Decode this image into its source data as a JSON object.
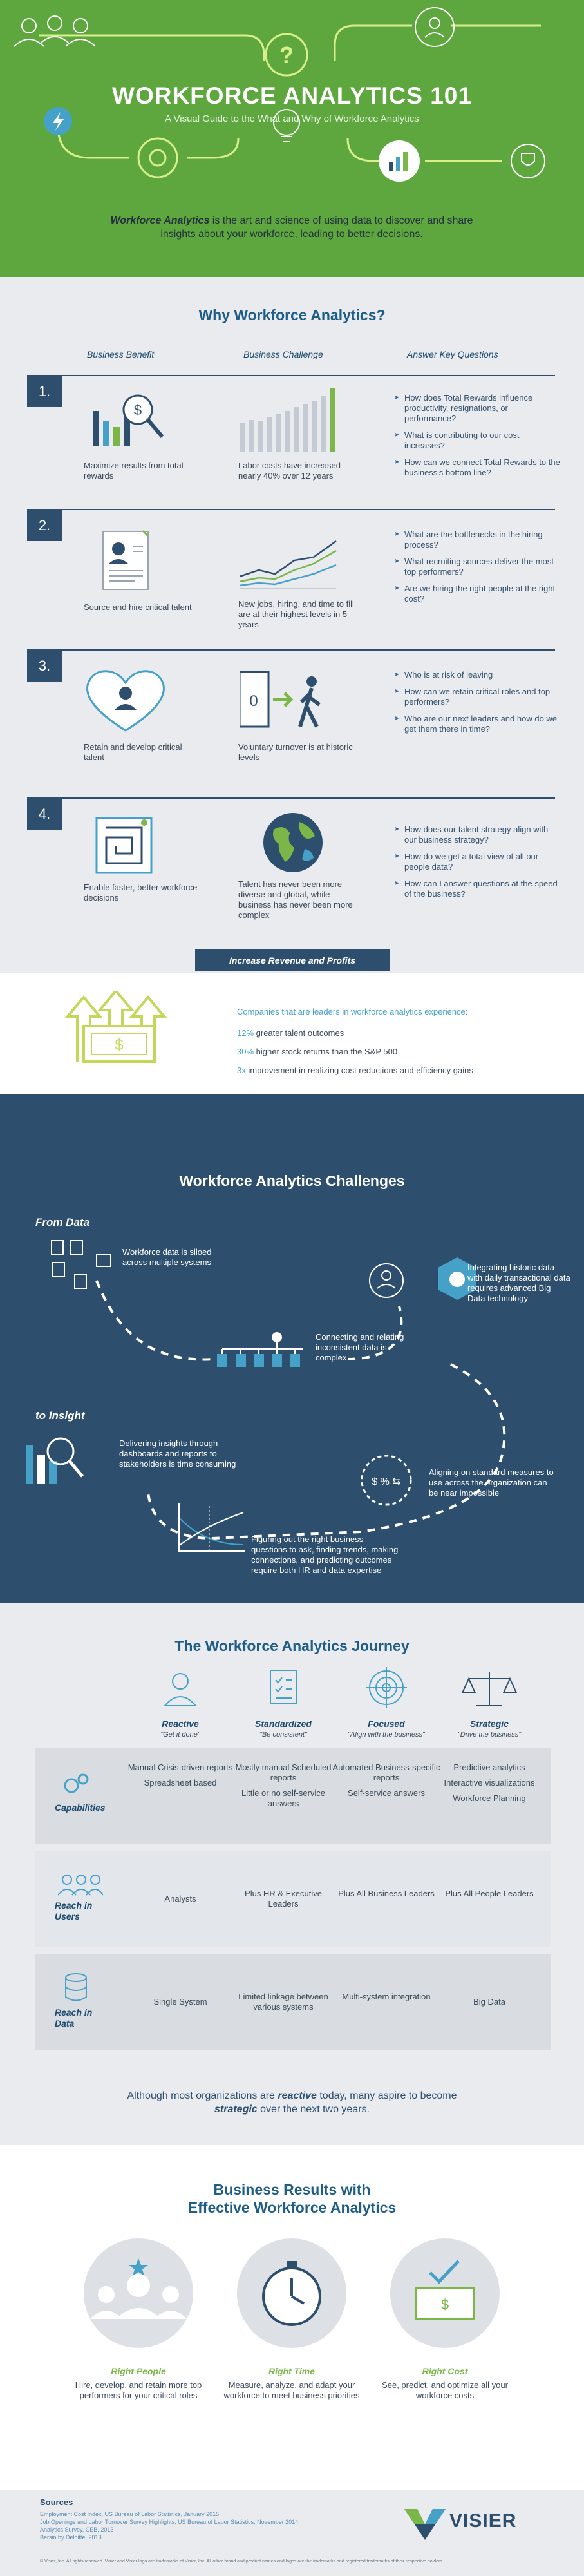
{
  "hero": {
    "title": "WORKFORCE ANALYTICS 101",
    "subtitle": "A Visual Guide to the What and Why of Workforce Analytics",
    "intro_bold": "Workforce Analytics",
    "intro_rest": " is the art and science of using data to discover and share insights about your workforce, leading to better decisions."
  },
  "why": {
    "title": "Why Workforce Analytics?",
    "columns": [
      "Business Benefit",
      "Business Challenge",
      "Answer Key Questions"
    ],
    "rows": [
      {
        "num": "1.",
        "benefit": "Maximize results from total rewards",
        "challenge": "Labor costs have increased nearly 40% over 12 years",
        "questions": [
          "How does Total Rewards influence productivity, resignations, or performance?",
          "What is contributing to our cost increases?",
          "How can we connect Total Rewards to the business's bottom line?"
        ]
      },
      {
        "num": "2.",
        "benefit": "Source and hire critical talent",
        "challenge": "New jobs, hiring, and time to fill are at their highest levels in 5 years",
        "questions": [
          "What are the bottlenecks in the hiring process?",
          "What recruiting sources deliver the most top performers?",
          "Are we hiring the right people at the right cost?"
        ]
      },
      {
        "num": "3.",
        "benefit": "Retain and develop critical talent",
        "challenge": "Voluntary turnover is at historic levels",
        "questions": [
          "Who is at risk of leaving",
          "How can we retain critical roles and top performers?",
          "Who are our next leaders and how do we get them there in time?"
        ]
      },
      {
        "num": "4.",
        "benefit": "Enable faster, better workforce decisions",
        "challenge": "Talent has never been more diverse and global, while business has never been more complex",
        "questions": [
          "How does our talent strategy align with our business strategy?",
          "How do we get a total view of all our people data?",
          "How can I answer questions at the speed of the business?"
        ]
      }
    ],
    "ribbon": "Increase Revenue and Profits"
  },
  "revenue": {
    "heading": "Companies that are leaders in workforce analytics experience:",
    "stats": [
      {
        "value": "12%",
        "text": " greater talent outcomes"
      },
      {
        "value": "30%",
        "text": " higher stock returns than the S&P 500"
      },
      {
        "value": "3x",
        "text": " improvement in realizing cost reductions and efficiency gains"
      }
    ],
    "dollar": "$"
  },
  "challenges": {
    "title": "Workforce Analytics Challenges",
    "from_label": "From Data",
    "to_label": "to Insight",
    "items": [
      "Workforce data is siloed across multiple systems",
      "Integrating historic data with daily transactional data requires advanced Big Data technology",
      "Connecting and relating inconsistent data is complex",
      "Delivering insights through dashboards and reports to stakeholders is time consuming",
      "Aligning on standard measures to use across the organization can be near impossible",
      "Figuring out the right business questions to ask, finding trends, making connections, and predicting outcomes require both HR and data expertise"
    ]
  },
  "journey": {
    "title": "The Workforce Analytics Journey",
    "stages": [
      {
        "name": "Reactive",
        "sub": "\"Get it done\""
      },
      {
        "name": "Standardized",
        "sub": "\"Be consistent\""
      },
      {
        "name": "Focused",
        "sub": "\"Align with the business\""
      },
      {
        "name": "Strategic",
        "sub": "\"Drive the business\""
      }
    ],
    "rows": [
      {
        "label": "Capabilities",
        "cells": [
          [
            "Manual Crisis-driven reports",
            "Spreadsheet based"
          ],
          [
            "Mostly manual Scheduled reports",
            "Little or no self-service answers"
          ],
          [
            "Automated Business-specific reports",
            "Self-service answers"
          ],
          [
            "Predictive analytics",
            "Interactive visualizations",
            "Workforce Planning"
          ]
        ]
      },
      {
        "label": "Reach in Users",
        "cells": [
          [
            "Analysts"
          ],
          [
            "Plus HR & Executive Leaders"
          ],
          [
            "Plus All Business Leaders"
          ],
          [
            "Plus All People Leaders"
          ]
        ]
      },
      {
        "label": "Reach in Data",
        "cells": [
          [
            "Single System"
          ],
          [
            "Limited linkage between various systems"
          ],
          [
            "Multi-system integration"
          ],
          [
            "Big Data"
          ]
        ]
      }
    ],
    "summary_a": "Although most organizations are ",
    "summary_b": "reactive",
    "summary_c": " today, many aspire to become ",
    "summary_d": "strategic",
    "summary_e": " over the next two years."
  },
  "results": {
    "title_1": "Business Results with",
    "title_2": "Effective Workforce Analytics",
    "items": [
      {
        "title": "Right People",
        "desc": "Hire, develop, and retain more top performers for your critical roles"
      },
      {
        "title": "Right Time",
        "desc": "Measure, analyze, and adapt your workforce to meet business priorities"
      },
      {
        "title": "Right Cost",
        "desc": "See, predict, and optimize all your workforce costs"
      }
    ]
  },
  "footer": {
    "sources_title": "Sources",
    "sources": [
      "Employment Cost Index, US Bureau of Labor Statistics, January 2015",
      "Job Openings and Labor Turnover Survey Highlights, US Bureau of Labor Statistics, November 2014",
      "Analytics Survey, CEB, 2013",
      "Bersin by Deloitte, 2013"
    ],
    "brand": "VISIER",
    "legal": "© Visier, Inc. All rights reserved. Visier and Visier logo are trademarks of Visier, Inc. All other brand and product names and logos are the trademarks and registered trademarks of their respective holders."
  },
  "colors": {
    "green": "#5ea73f",
    "navy": "#2d4e6c",
    "accent_blue": "#46a1c9",
    "lime": "#7ab648"
  }
}
